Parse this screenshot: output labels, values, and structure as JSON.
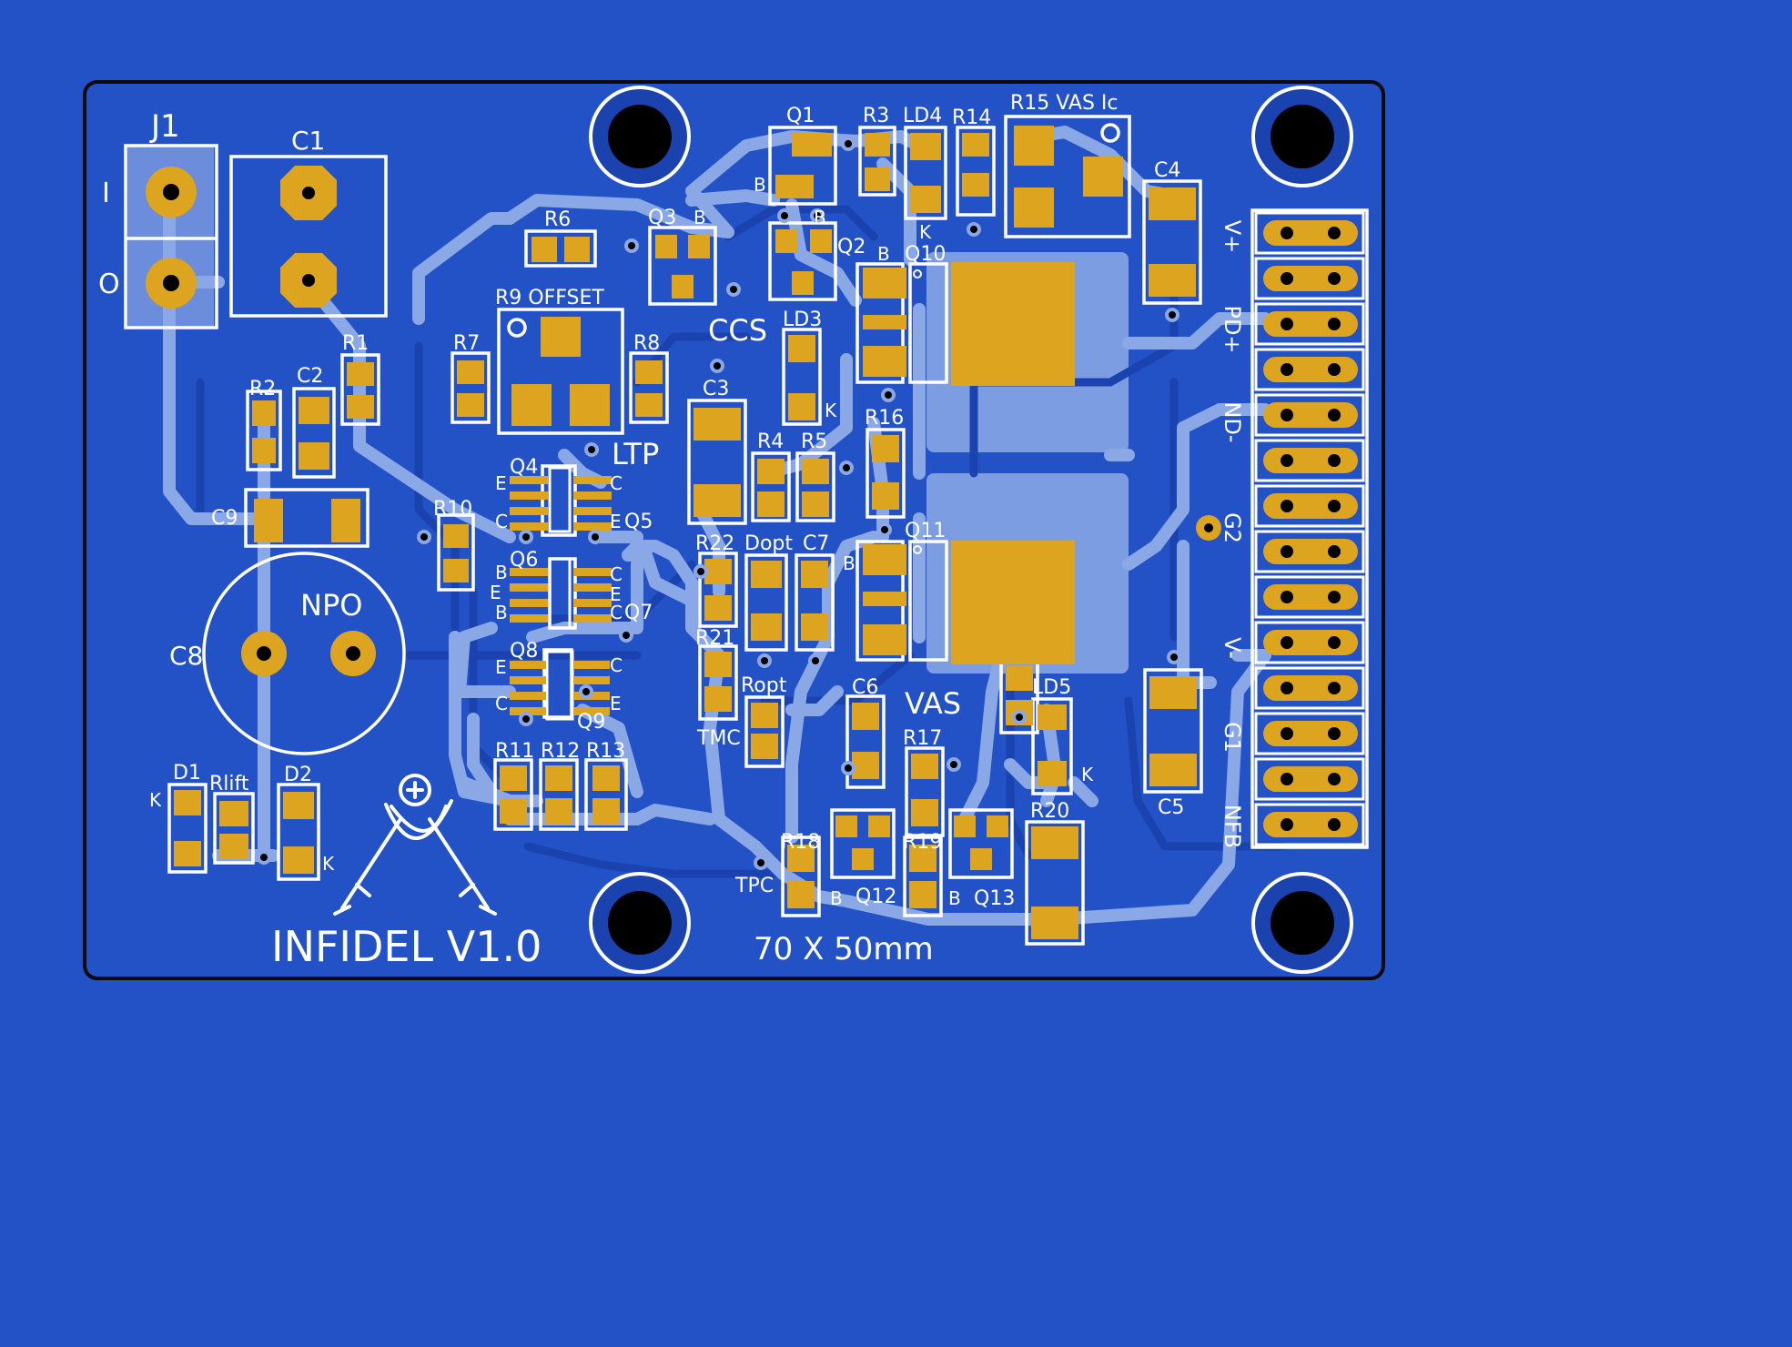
{
  "colors": {
    "background": "#2352c6",
    "board": "#2352c6",
    "board_edge": "#0b0b0b",
    "trace": "#8aa7e6",
    "pour": "#7d9de3",
    "inner_trace": "#1a43b0",
    "copper": "#dca41f",
    "silk": "#ffffff",
    "drill": "#000000"
  },
  "board": {
    "title": "INFIDEL V1.0",
    "dimensions": "70 X 50mm"
  },
  "sections": {
    "ccs": "CCS",
    "ltp": "LTP",
    "vas": "VAS",
    "npo": "NPO"
  },
  "connector_j1": {
    "ref": "J1",
    "pin_in": "I",
    "pin_out": "O"
  },
  "header_pins": [
    "V+",
    "PD+",
    "ND-",
    "G2",
    "V-",
    "G1",
    "NFB"
  ],
  "components": {
    "C1": "C1",
    "C2": "C2",
    "C3": "C3",
    "C4": "C4",
    "C5": "C5",
    "C6": "C6",
    "C7": "C7",
    "C8": "C8",
    "C9": "C9",
    "R1": "R1",
    "R2": "R2",
    "R3": "R3",
    "R4": "R4",
    "R5": "R5",
    "R6": "R6",
    "R7": "R7",
    "R8": "R8",
    "R9": "R9 OFFSET",
    "R10": "R10",
    "R11": "R11",
    "R12": "R12",
    "R13": "R13",
    "R14": "R14",
    "R15": "R15 VAS Ic",
    "R16": "R16",
    "R17": "R17",
    "R18": "R18",
    "R19": "R19",
    "R20": "R20",
    "R21": "R21",
    "R22": "R22",
    "Rlift": "Rlift",
    "Ropt": "Ropt",
    "Dopt": "Dopt",
    "D1": "D1",
    "D2": "D2",
    "LD3": "LD3",
    "LD4": "LD4",
    "LD5": "LD5",
    "Q1": "Q1",
    "Q2": "Q2",
    "Q3": "Q3",
    "Q4": "Q4",
    "Q5": "Q5",
    "Q6": "Q6",
    "Q7": "Q7",
    "Q8": "Q8",
    "Q9": "Q9",
    "Q10": "Q10",
    "Q11": "Q11",
    "Q12": "Q12",
    "Q13": "Q13",
    "TMC": "TMC",
    "TPC": "TPC"
  },
  "pin_marks": {
    "B": "B",
    "C": "C",
    "E": "E",
    "K": "K"
  }
}
